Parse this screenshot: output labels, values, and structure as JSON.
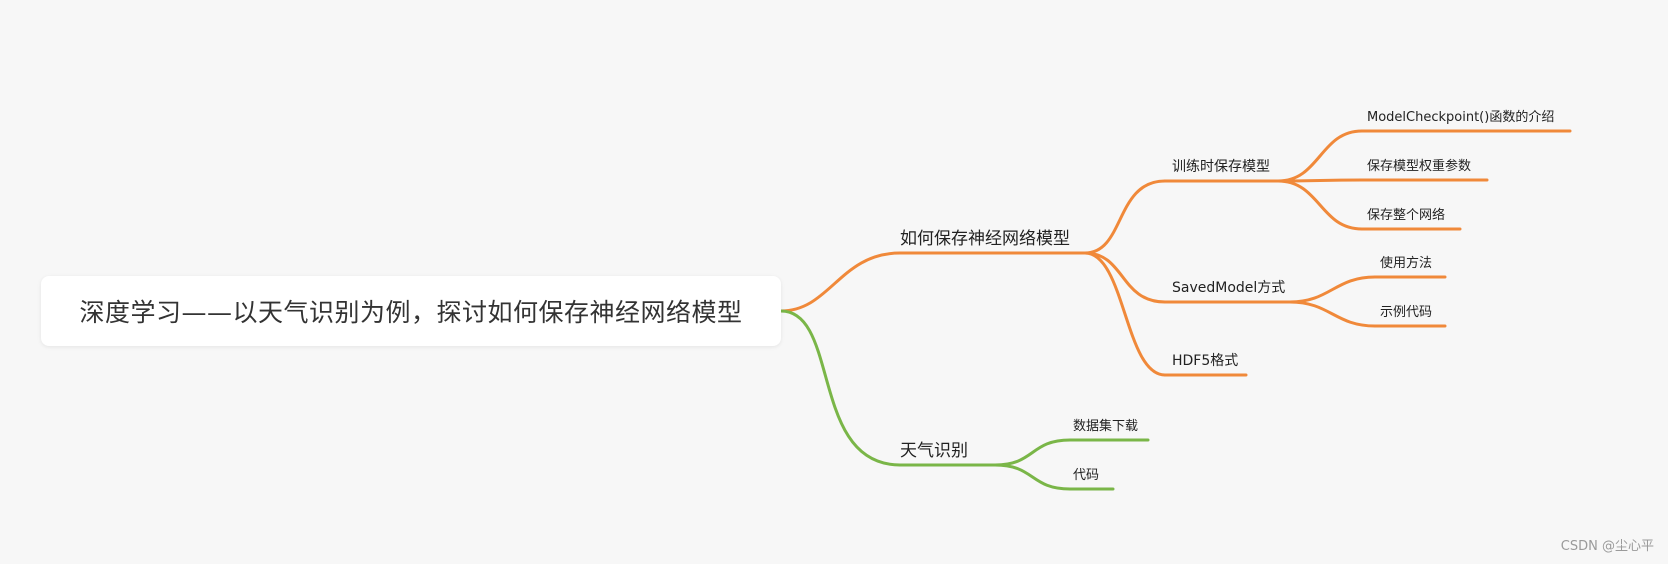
{
  "root": {
    "title": "深度学习——以天气识别为例，探讨如何保存神经网络模型"
  },
  "colors": {
    "branch_save": "#f0893a",
    "branch_weather": "#7ab648",
    "background": "#f7f7f7"
  },
  "branches": {
    "save_model": {
      "label": "如何保存神经网络模型",
      "children": {
        "train_save": {
          "label": "训练时保存模型",
          "children": {
            "checkpoint": "ModelCheckpoint()函数的介绍",
            "save_weights": "保存模型权重参数",
            "save_whole": "保存整个网络"
          }
        },
        "savedmodel": {
          "label": "SavedModel方式",
          "children": {
            "usage": "使用方法",
            "example": "示例代码"
          }
        },
        "hdf5": {
          "label": "HDF5格式"
        }
      }
    },
    "weather": {
      "label": "天气识别",
      "children": {
        "dataset": "数据集下载",
        "code": "代码"
      }
    }
  },
  "watermark": "CSDN @尘心平"
}
